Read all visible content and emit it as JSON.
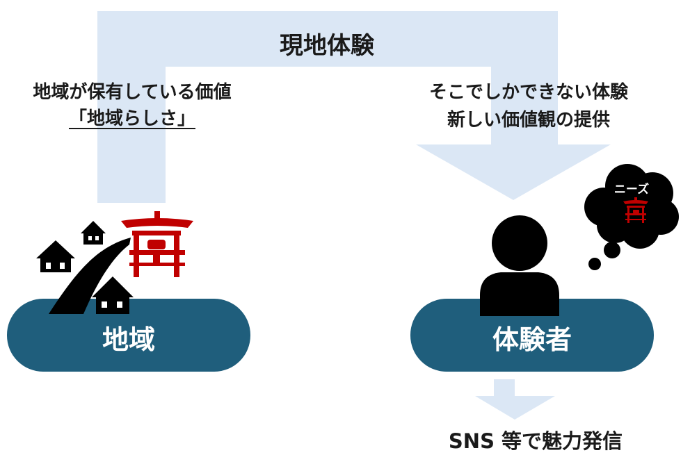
{
  "diagram": {
    "flow_title": "現地体験",
    "left_text": {
      "line1": "地域が保有している価値",
      "line2": "「地域らしさ」"
    },
    "right_text": {
      "line1": "そこでしかできない体験",
      "line2": "新しい価値観の提供"
    },
    "region_label": "地域",
    "visitor_label": "体験者",
    "needs_label": "ニーズ",
    "sns_label": "SNS 等で魅力発信"
  },
  "colors": {
    "arrow": "#dbe7f5",
    "node": "#1f5e7c",
    "gate": "#c00000",
    "icon": "#000000"
  },
  "icons": {
    "houses": "house-icon",
    "road": "road-icon",
    "gate": "torii-gate-icon",
    "person": "person-icon",
    "cloud": "thought-cloud-icon"
  }
}
